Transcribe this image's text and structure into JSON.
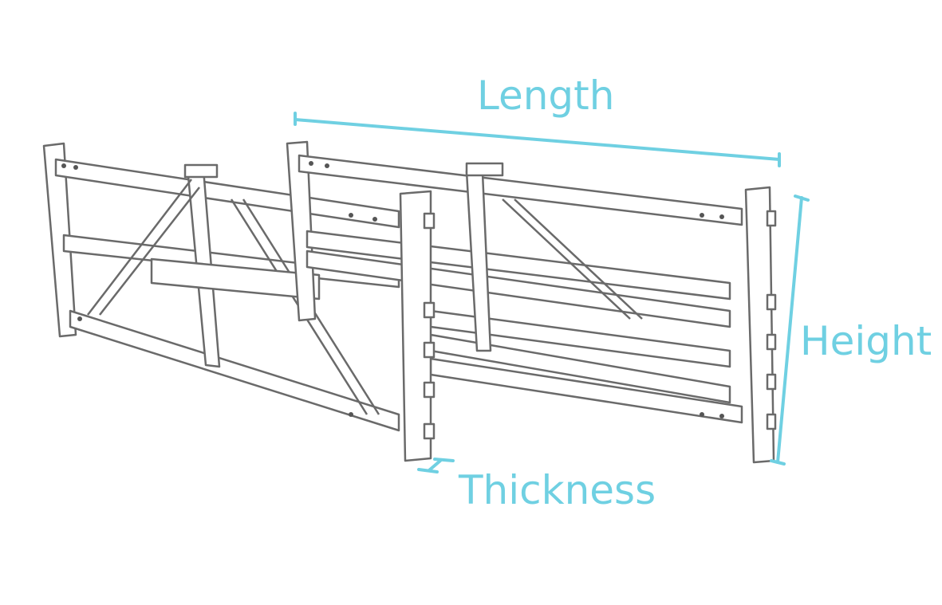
{
  "diagram": {
    "subject": "gate",
    "dimensions": {
      "length_label": "Length",
      "height_label": "Height",
      "thickness_label": "Thickness"
    },
    "colors": {
      "dimension": "#6fd0e2",
      "outline": "#6a6a6a"
    }
  }
}
